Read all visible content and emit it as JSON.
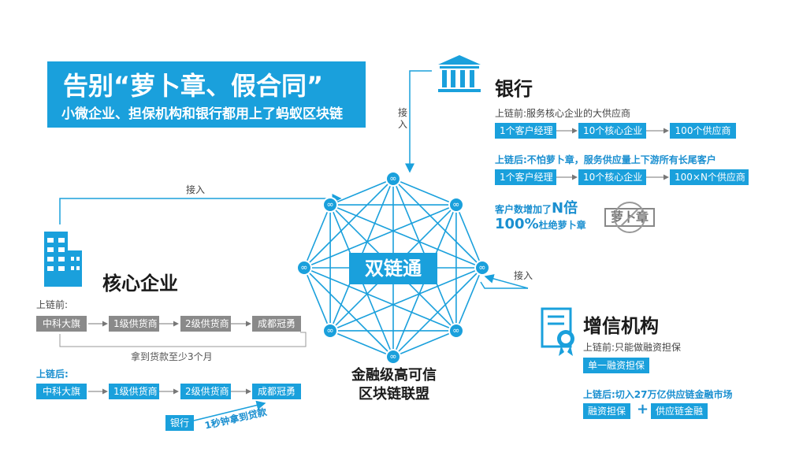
{
  "title": {
    "main": "告别“萝卜章、假合同”",
    "sub": "小微企业、担保机构和银行都用上了蚂蚁区块链"
  },
  "center": {
    "label": "双链通",
    "caption_line1": "金融级高可信",
    "caption_line2": "区块链联盟"
  },
  "connectors": {
    "bank": "接入",
    "core": "接入",
    "credit": "接入"
  },
  "bank": {
    "title": "银行",
    "before_label": "上链前:服务核心企业的大供应商",
    "before_flow": [
      "1个客户经理",
      "10个核心企业",
      "100个供应商"
    ],
    "after_label": "上链后:不怕萝卜章，服务供应量上下游所有长尾客户",
    "after_flow": [
      "1个客户经理",
      "10个核心企业",
      "100×N个供应商"
    ],
    "stat1_prefix": "客户数增加了",
    "stat1_value": "N倍",
    "stat2_value": "100%",
    "stat2_suffix": "杜绝萝卜章",
    "stamp": "萝卜章"
  },
  "core": {
    "title": "核心企业",
    "before_label": "上链前:",
    "before_flow": [
      "中科大旗",
      "1级供货商",
      "2级供货商",
      "成都冠勇"
    ],
    "before_note": "拿到货款至少3个月",
    "after_label": "上链后:",
    "after_flow": [
      "中科大旗",
      "1级供货商",
      "2级供货商",
      "成都冠勇"
    ],
    "bank_chip": "银行",
    "after_note": "1秒钟拿到贷款"
  },
  "credit": {
    "title": "增信机构",
    "before_label": "上链前:只能做融资担保",
    "before_chip": "单一融资担保",
    "after_label": "上链后:切入27万亿供应链金融市场",
    "after_chips": [
      "融资担保",
      "供应链金融"
    ],
    "plus": "+"
  },
  "icons": [
    "bank-icon",
    "building-icon",
    "certificate-icon",
    "link-icon"
  ],
  "colors": {
    "accent": "#1aa0dc",
    "gray": "#8a8a8a"
  }
}
